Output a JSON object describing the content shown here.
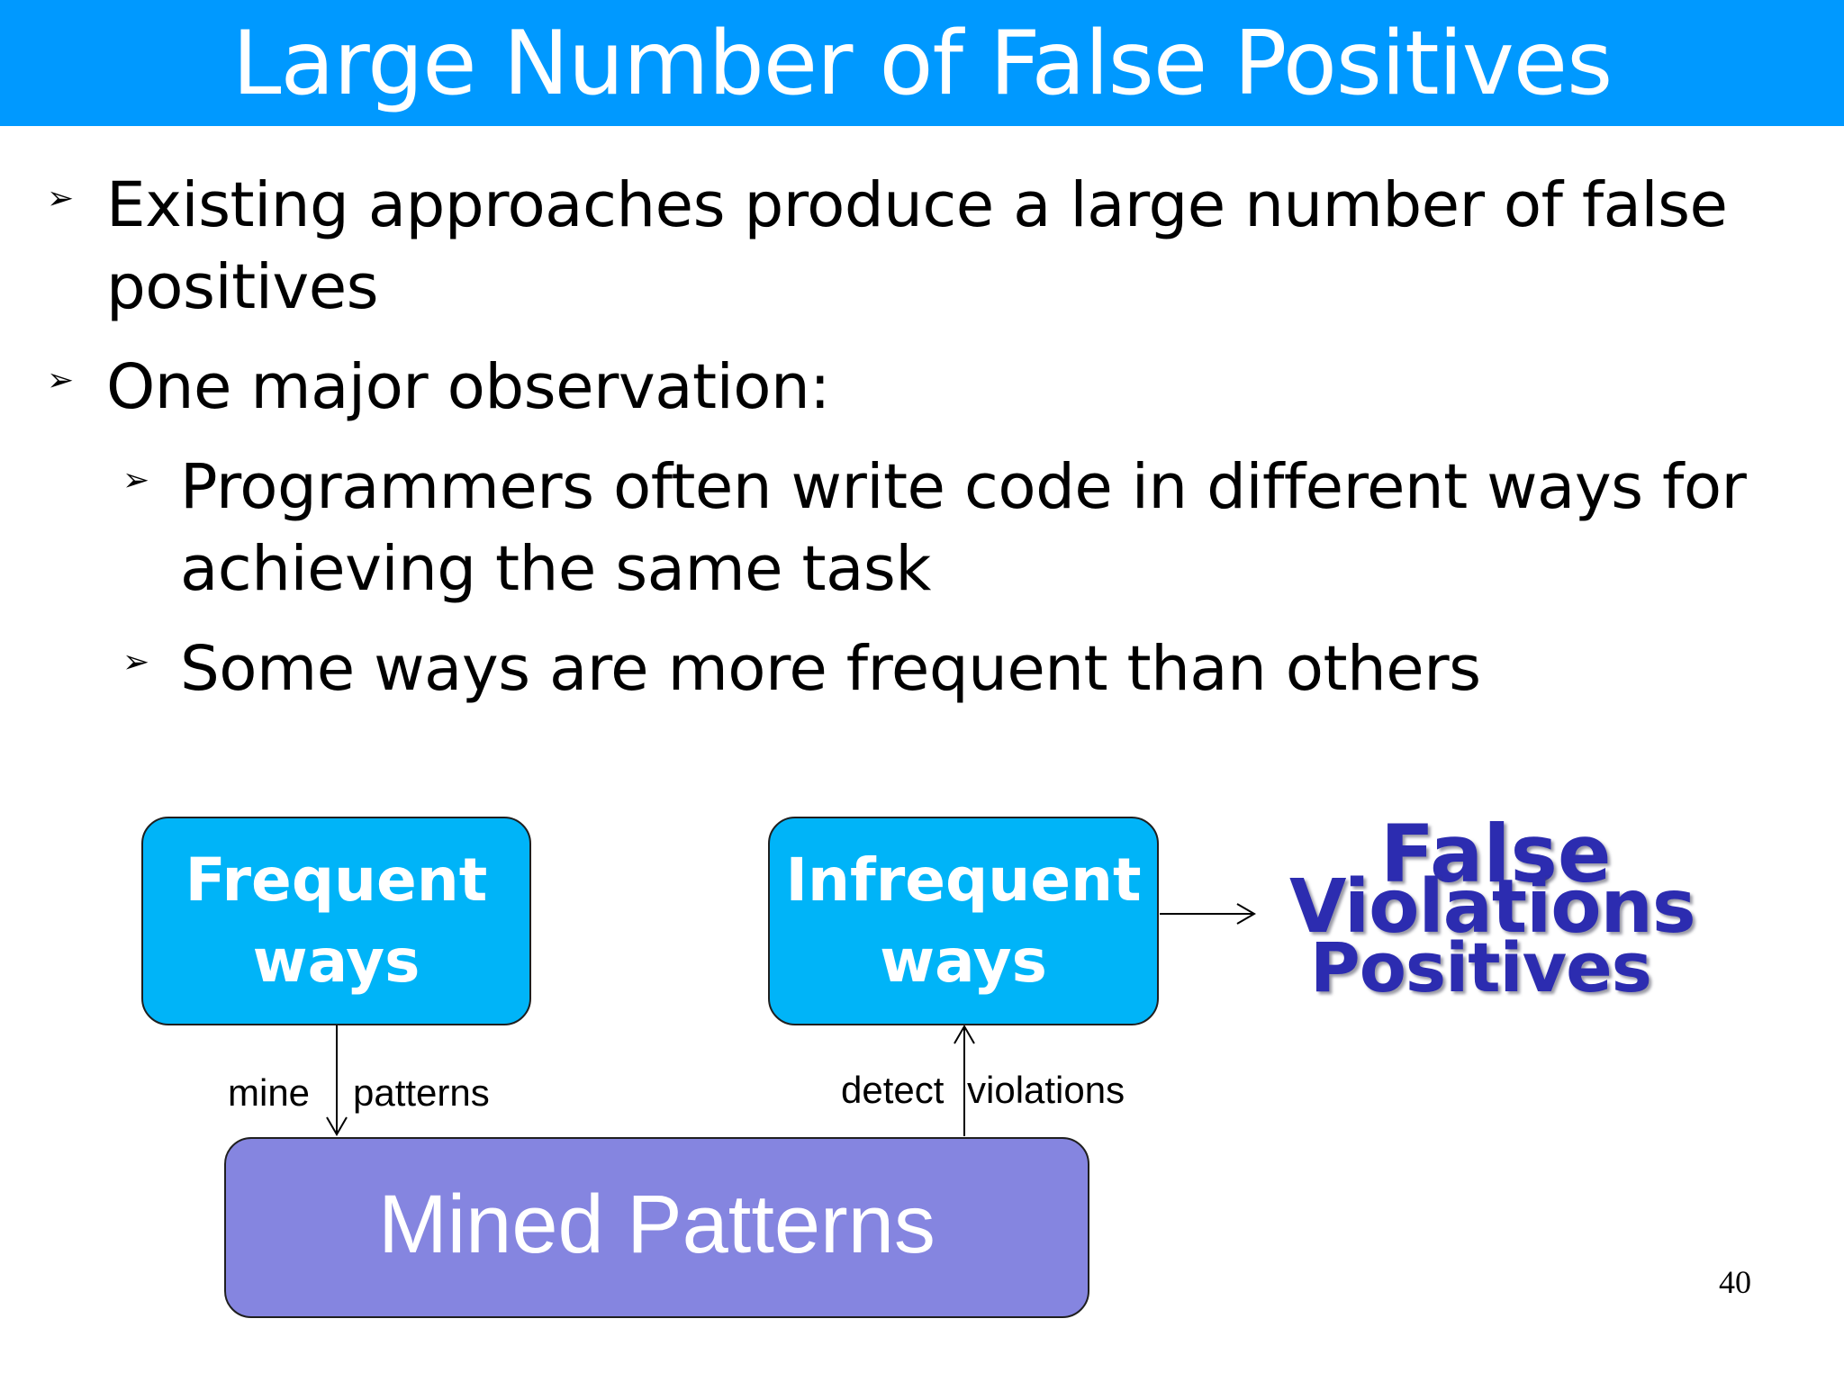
{
  "slide": {
    "title": "Large Number of False Positives",
    "page_number": "40",
    "colors": {
      "title_bar": "#0099FF",
      "way_box": "#00B4F8",
      "patterns_box": "#8585E0",
      "word_cloud": "#2C2CB0"
    }
  },
  "bullets": {
    "b1": {
      "marker": "➢",
      "line1": "Existing approaches produce a large number of false",
      "line2": "positives"
    },
    "b2": {
      "marker": "➢",
      "line1": "One major observation:"
    },
    "b2a": {
      "marker": "➢",
      "line1": "Programmers often write code in different ways for",
      "line2": "achieving the same task"
    },
    "b2b": {
      "marker": "➢",
      "line1": "Some ways are more frequent than others"
    }
  },
  "diagram": {
    "frequent": {
      "line1": "Frequent",
      "line2": "ways"
    },
    "infrequent": {
      "line1": "Infrequent",
      "line2": "ways"
    },
    "mined_patterns": "Mined Patterns",
    "edge_labels": {
      "mine": "mine",
      "patterns": "patterns",
      "detect": "detect",
      "violations": "violations"
    },
    "word_cloud": {
      "false": "False",
      "violations": "Violations",
      "positives": "Positives"
    }
  }
}
